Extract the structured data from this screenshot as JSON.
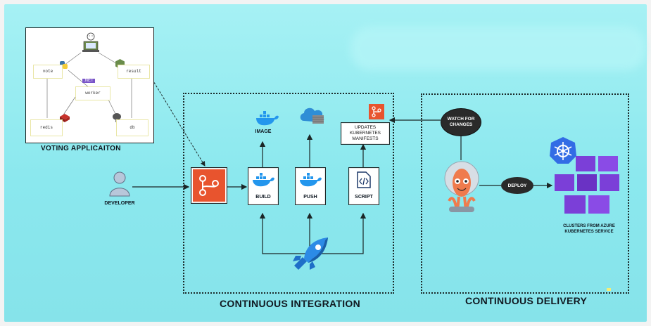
{
  "voting_app": {
    "title": "VOTING APPLICAITON",
    "nodes": {
      "vote": "vote",
      "result": "result",
      "worker": "worker",
      "redis": "redis",
      "db": "db",
      "net_badge": ".NET"
    }
  },
  "developer": {
    "label": "DEVELOPER"
  },
  "ci": {
    "title": "CONTINUOUS INTEGRATION",
    "image_label": "IMAGE",
    "build_label": "BUILD",
    "push_label": "PUSH",
    "script_label": "SCRIPT",
    "updates_label": "UPDATES KUBERNETES MANIFESTS"
  },
  "cd": {
    "title": "CONTINUOUS DELIVERY",
    "watch_label": "WATCH FOR CHANGES",
    "deploy_label": "DEPLOY",
    "clusters_label": "CLUSTERS FROM AZURE KUBERNETES SERVICE"
  },
  "colors": {
    "background": "#8be8ee",
    "git_orange": "#e8542e",
    "docker_blue": "#2396ed",
    "azure_blue": "#1f6fc8",
    "k8s_blue": "#326ce5",
    "cluster_purple": "#7b3fd8",
    "argo_orange": "#ef7b4d"
  }
}
